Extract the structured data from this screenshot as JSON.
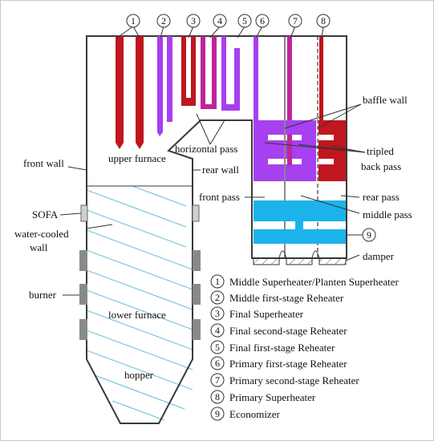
{
  "colors": {
    "red": "#c0161f",
    "purple": "#a640f0",
    "magenta": "#c0249a",
    "blue": "#1cb2ea",
    "hatch": "#4ab0d8",
    "nozzle": "#888888"
  },
  "numbers": [
    "1",
    "2",
    "3",
    "4",
    "5",
    "6",
    "7",
    "8",
    "9"
  ],
  "labels": {
    "upper_furnace": "upper furnace",
    "horizontal_pass": "horizontal pass",
    "front_wall": "front wall",
    "rear_wall": "rear wall",
    "sofa": "SOFA",
    "water_cooled_1": "water-cooled",
    "water_cooled_2": "wall",
    "burner": "burner",
    "lower_furnace": "lower furnace",
    "hopper": "hopper",
    "baffle_wall": "baffle wall",
    "tripled_1": "tripled",
    "tripled_2": "back pass",
    "front_pass": "front pass",
    "rear_pass": "rear pass",
    "middle_pass": "middle pass",
    "damper": "damper"
  },
  "legend": [
    {
      "num": "1",
      "text": "Middle Superheater/Planten Superheater"
    },
    {
      "num": "2",
      "text": "Middle first-stage Reheater"
    },
    {
      "num": "3",
      "text": "Final Superheater"
    },
    {
      "num": "4",
      "text": "Final second-stage Reheater"
    },
    {
      "num": "5",
      "text": "Final first-stage Reheater"
    },
    {
      "num": "6",
      "text": "Primary first-stage Reheater"
    },
    {
      "num": "7",
      "text": "Primary second-stage Reheater"
    },
    {
      "num": "8",
      "text": "Primary Superheater"
    },
    {
      "num": "9",
      "text": "Economizer"
    }
  ]
}
